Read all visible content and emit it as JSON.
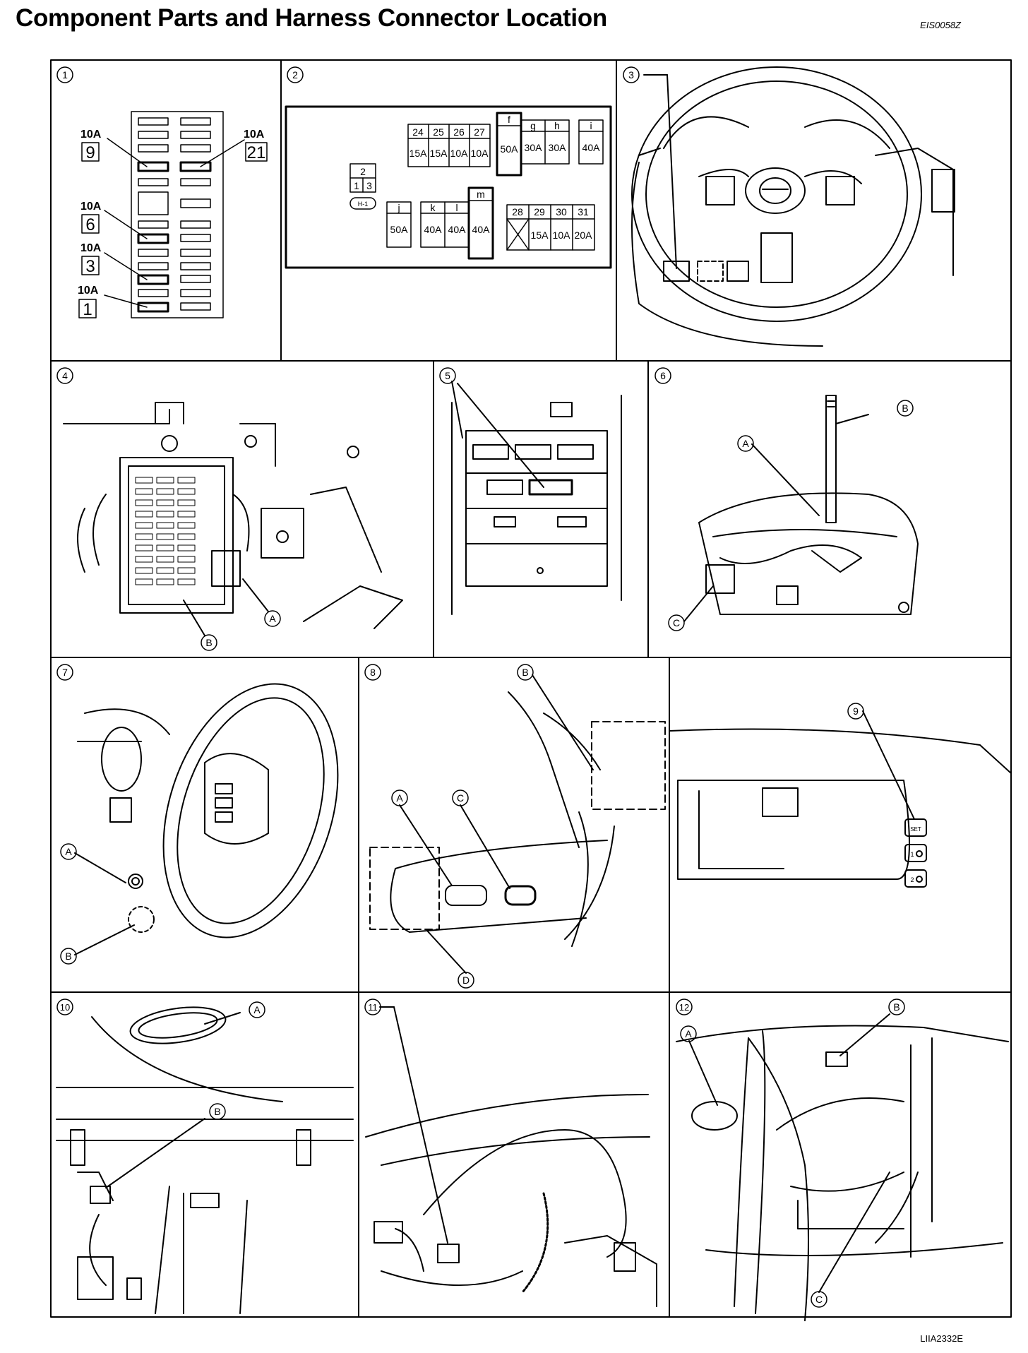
{
  "title": "Component Parts and Harness Connector Location",
  "code_top": "EIS0058Z",
  "code_bottom": "LIIA2332E",
  "panels": [
    {
      "id": "p1",
      "num": "1"
    },
    {
      "id": "p2",
      "num": "2"
    },
    {
      "id": "p3",
      "num": "3"
    },
    {
      "id": "p4",
      "num": "4"
    },
    {
      "id": "p5",
      "num": "5"
    },
    {
      "id": "p6",
      "num": "6"
    },
    {
      "id": "p7",
      "num": "7"
    },
    {
      "id": "p8",
      "num": "8"
    },
    {
      "id": "p9",
      "num": "9"
    },
    {
      "id": "p10",
      "num": "10"
    },
    {
      "id": "p11",
      "num": "11"
    },
    {
      "id": "p12",
      "num": "12"
    }
  ],
  "fuse_block": {
    "left_fuses": [
      {
        "rating": "10A",
        "number": "9"
      },
      {
        "rating": "10A",
        "number": "6"
      },
      {
        "rating": "10A",
        "number": "3"
      },
      {
        "rating": "10A",
        "number": "1"
      }
    ],
    "right_fuses": [
      {
        "rating": "10A",
        "number": "21"
      }
    ]
  },
  "relay_box": {
    "top_group": {
      "numbers": [
        "24",
        "25",
        "26",
        "27"
      ],
      "ratings": [
        "15A",
        "15A",
        "10A",
        "10A"
      ]
    },
    "f": {
      "letter": "f",
      "rating": "50A"
    },
    "g": {
      "letter": "g",
      "rating": "30A"
    },
    "h": {
      "letter": "h",
      "rating": "30A"
    },
    "i": {
      "letter": "i",
      "rating": "40A"
    },
    "small": {
      "top": "2",
      "left": "1",
      "right": "3",
      "badge": "H-1"
    },
    "j": {
      "letter": "j",
      "rating": "50A"
    },
    "k": {
      "letter": "k",
      "rating": "40A"
    },
    "l": {
      "letter": "l",
      "rating": "40A"
    },
    "m": {
      "letter": "m",
      "rating": "40A"
    },
    "bottom_group": {
      "numbers": [
        "28",
        "29",
        "30",
        "31"
      ],
      "ratings": [
        "",
        "15A",
        "10A",
        "20A"
      ]
    }
  },
  "callouts": {
    "A": "A",
    "B": "B",
    "C": "C",
    "D": "D"
  },
  "memory_switch": {
    "set": "SET",
    "one": "1",
    "two": "2"
  }
}
